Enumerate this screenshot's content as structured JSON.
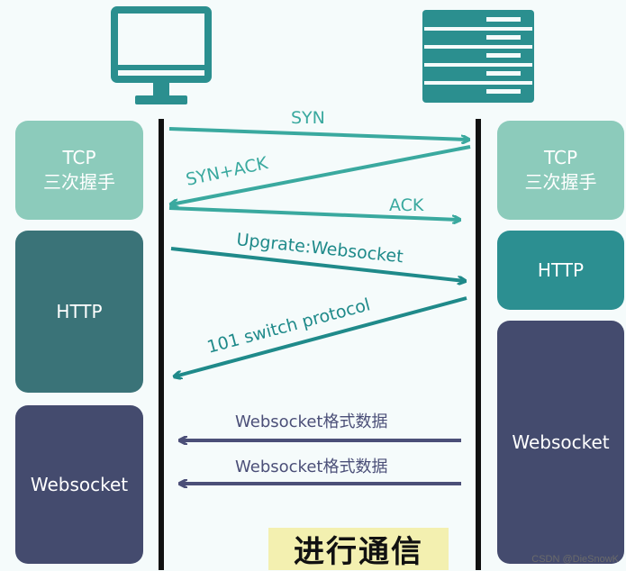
{
  "left_column": {
    "tcp_box": {
      "line1": "TCP",
      "line2": "三次握手"
    },
    "http_box": {
      "label": "HTTP"
    },
    "websocket_box": {
      "label": "Websocket"
    }
  },
  "right_column": {
    "tcp_box": {
      "line1": "TCP",
      "line2": "三次握手"
    },
    "http_box": {
      "label": "HTTP"
    },
    "websocket_box": {
      "label": "Websocket"
    }
  },
  "messages": {
    "syn": "SYN",
    "syn_ack": "SYN+ACK",
    "ack": "ACK",
    "upgrade": "Upgrate:Websocket",
    "switch": "101 switch protocol",
    "ws_data_1": "Websocket格式数据",
    "ws_data_2": "Websocket格式数据"
  },
  "caption": "进行通信",
  "watermark": "CSDN @DieSnowK",
  "colors": {
    "mint": "#8ccbbb",
    "teal": "#2c8f91",
    "navy": "#444b6e",
    "arrow_green": "#3aa99f",
    "arrow_teal": "#1f8a8a",
    "arrow_navy": "#4b4f78"
  },
  "icons": {
    "client": "computer-monitor-icon",
    "server": "server-rack-icon"
  }
}
